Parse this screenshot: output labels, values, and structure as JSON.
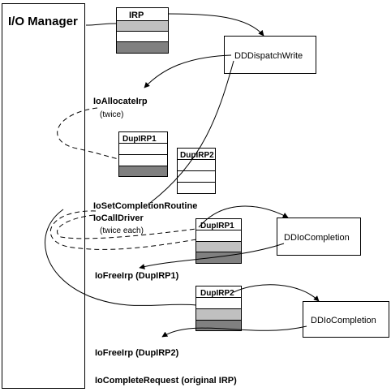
{
  "manager": {
    "title": "I/O Manager"
  },
  "irp": {
    "label": "IRP"
  },
  "dispatch": {
    "label": "DDDispatchWrite"
  },
  "allocate": {
    "label": "IoAllocateIrp",
    "note": "(twice)"
  },
  "dup_top_1": {
    "label": "DupIRP1"
  },
  "dup_top_2": {
    "label": "DupIRP2"
  },
  "completion_routine": {
    "line1": "IoSetCompletionRoutine",
    "line2": "IoCallDriver",
    "note": "(twice each)"
  },
  "dup_mid_1": {
    "label": "DupIRP1"
  },
  "completion_1": {
    "label": "DDIoCompletion"
  },
  "free_1": {
    "label": "IoFreeIrp (DupIRP1)"
  },
  "dup_mid_2": {
    "label": "DupIRP2"
  },
  "completion_2": {
    "label": "DDIoCompletion"
  },
  "free_2": {
    "label": "IoFreeIrp (DupIRP2)"
  },
  "complete_request": {
    "label": "IoCompleteRequest (original IRP)"
  },
  "colors": {
    "light_gray": "#c0c0c0",
    "dark_gray": "#808080",
    "line": "#000000"
  }
}
